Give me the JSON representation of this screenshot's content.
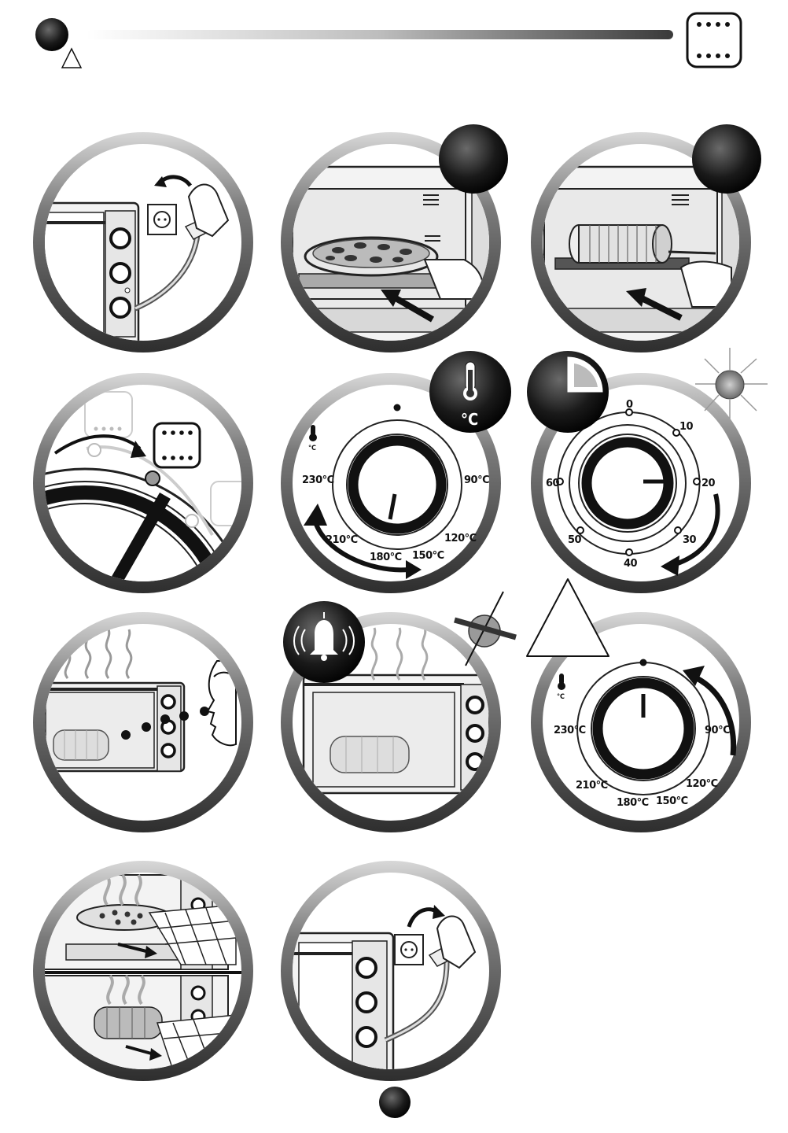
{
  "dial_temperature": {
    "unit_icon": "°C",
    "labels": [
      "230°C",
      "90°C",
      "210°C",
      "120°C",
      "180°C",
      "150°C"
    ]
  },
  "dial_timer": {
    "labels": [
      "0",
      "10",
      "20",
      "30",
      "40",
      "50",
      "60"
    ]
  },
  "dial_off": {
    "unit_icon": "°C",
    "labels": [
      "230°C",
      "90°C",
      "210°C",
      "120°C",
      "180°C",
      "150°C"
    ]
  },
  "icons": {
    "temperature_badge": "°C"
  }
}
